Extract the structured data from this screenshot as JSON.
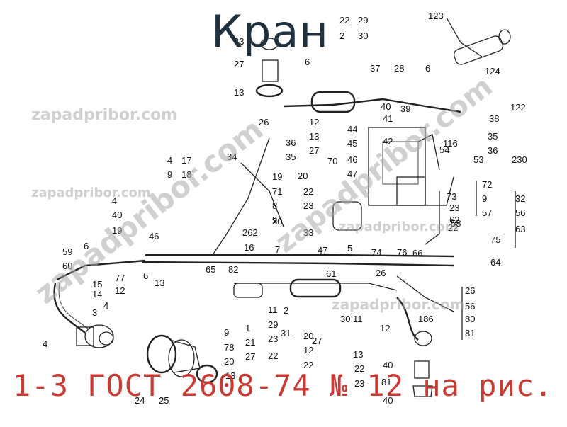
{
  "title": "Кран",
  "caption": "1-3 ГОСТ 2608-74 № 12 на рис.",
  "watermark": "zapadpribor.com",
  "diagram_labels": [
    "123",
    "22",
    "29",
    "2",
    "30",
    "33",
    "27",
    "13",
    "6",
    "37",
    "28",
    "6",
    "124",
    "122",
    "26",
    "40",
    "39",
    "12",
    "38",
    "13",
    "44",
    "41",
    "35",
    "27",
    "45",
    "42",
    "116",
    "36",
    "46",
    "230",
    "70",
    "54",
    "53",
    "34",
    "47",
    "36",
    "35",
    "4",
    "17",
    "9",
    "18",
    "19",
    "20",
    "71",
    "22",
    "72",
    "4",
    "8",
    "23",
    "73",
    "40",
    "9",
    "9",
    "23",
    "57",
    "19",
    "262",
    "30",
    "32",
    "62",
    "58",
    "56",
    "63",
    "46",
    "16",
    "33",
    "22",
    "59",
    "6",
    "7",
    "75",
    "60",
    "47",
    "5",
    "74",
    "76",
    "66",
    "64",
    "65",
    "61",
    "26",
    "77",
    "82",
    "12",
    "6",
    "13",
    "15",
    "14",
    "4",
    "3",
    "11",
    "2",
    "29",
    "31",
    "30",
    "186",
    "26",
    "56",
    "80",
    "81",
    "4",
    "9",
    "1",
    "20",
    "27",
    "12",
    "78",
    "11",
    "21",
    "12",
    "13",
    "20",
    "23",
    "22",
    "27",
    "22",
    "22",
    "13",
    "40",
    "23",
    "81",
    "24",
    "25",
    "40"
  ],
  "colors": {
    "title": "#20303c",
    "caption": "#c83a34",
    "watermark": "#aaaaaa",
    "ink": "#222222"
  }
}
